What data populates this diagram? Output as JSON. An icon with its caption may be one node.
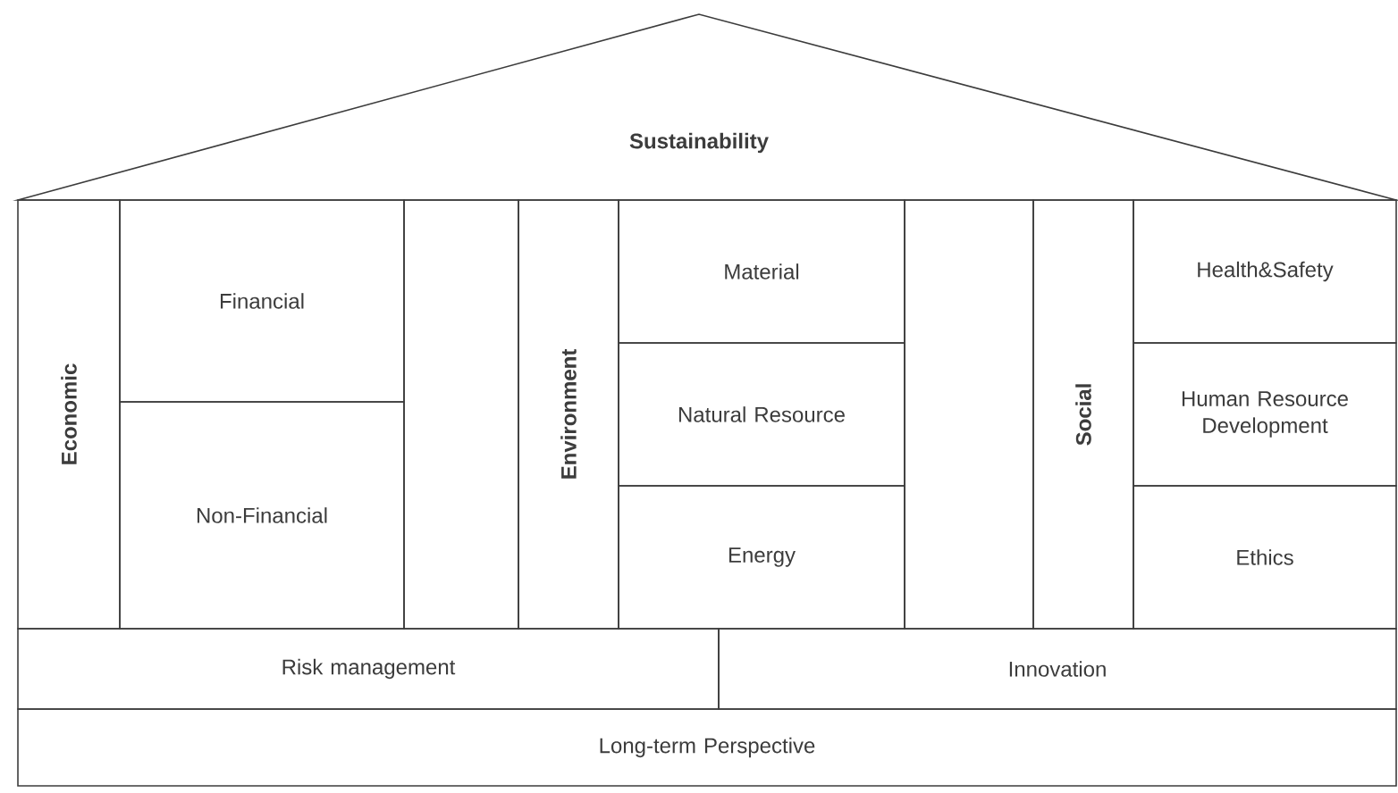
{
  "diagram": {
    "nodes": [
      {
        "text": [
          "Sustainability"
        ]
      },
      {
        "text": [
          "Economic"
        ]
      },
      {
        "text": [
          "Financial"
        ]
      },
      {
        "text": [
          "Non-Financial"
        ]
      },
      {
        "text": [],
        "shape": "box"
      },
      {
        "text": [
          "Environment"
        ]
      },
      {
        "text": [
          "Material"
        ]
      },
      {
        "text": [
          "Natural Resource"
        ]
      },
      {
        "text": [
          "Energy"
        ]
      },
      {
        "text": [],
        "shape": "box"
      },
      {
        "text": [
          "Social"
        ]
      },
      {
        "text": [
          "Health&Safety"
        ]
      },
      {
        "text": [
          "Human Resource Development"
        ]
      },
      {
        "text": [
          "Ethics"
        ]
      },
      {
        "text": [
          "Risk management"
        ]
      },
      {
        "text": [
          "Innovation"
        ]
      },
      {
        "text": [
          "Long-term Perspective"
        ]
      }
    ]
  }
}
